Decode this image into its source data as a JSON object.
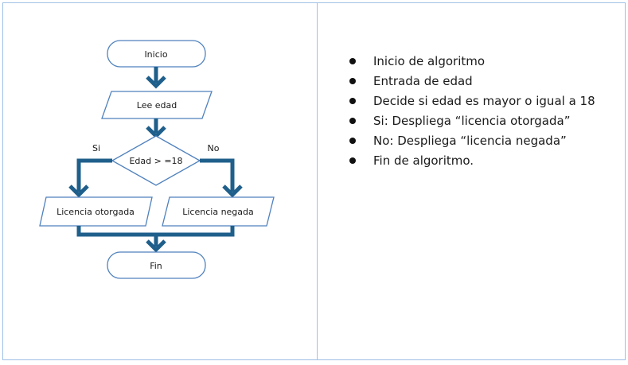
{
  "flowchart": {
    "start": "Inicio",
    "input": "Lee edad",
    "decision": "Edad > =18",
    "yes_label": "Si",
    "no_label": "No",
    "output_yes": "Licencia otorgada",
    "output_no": "Licencia negada",
    "end": "Fin"
  },
  "description": {
    "items": [
      "Inicio de algoritmo",
      "Entrada de edad",
      "Decide si edad es mayor o igual a 18",
      "Si: Despliega “licencia otorgada”",
      "No: Despliega “licencia negada”",
      "Fin de algoritmo."
    ]
  },
  "colors": {
    "border": "#9fc0e6",
    "shape_stroke": "#4f81bd",
    "connector": "#1f5f8b"
  }
}
